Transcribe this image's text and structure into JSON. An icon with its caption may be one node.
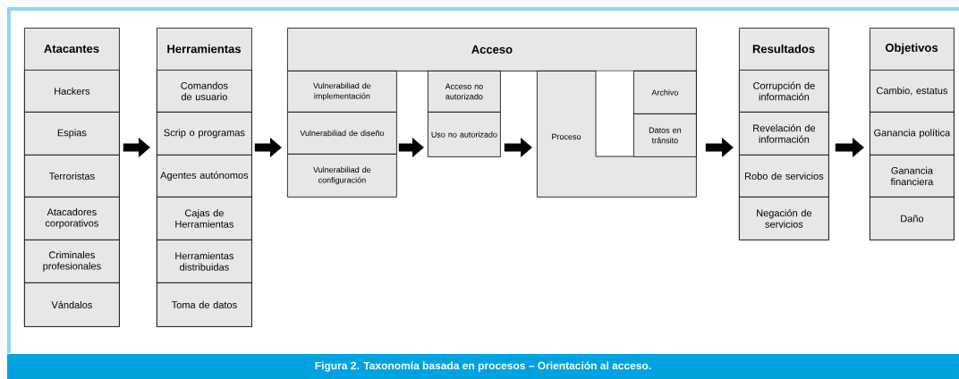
{
  "diagram": {
    "caption": "Figura 2. Taxonomía basada en procesos – Orientación al acceso.",
    "nodes": [
      {
        "text": [
          "Atacantes"
        ]
      },
      {
        "text": [
          "Hackers"
        ],
        "in": 0
      },
      {
        "text": [
          "Espias"
        ],
        "in": 0
      },
      {
        "text": [
          "Terroristas"
        ],
        "in": 0
      },
      {
        "text": [
          "Atacadores corporativos"
        ],
        "in": 0
      },
      {
        "text": [
          "Criminales profesionales"
        ],
        "in": 0
      },
      {
        "text": [
          "Vándalos"
        ],
        "in": 0
      },
      {
        "text": [
          "Herramientas"
        ]
      },
      {
        "text": [
          "Comandos de usuario"
        ],
        "in": 7
      },
      {
        "text": [
          "Scrip o programas"
        ],
        "in": 7
      },
      {
        "text": [
          "Agentes autónomos"
        ],
        "in": 7
      },
      {
        "text": [
          "Cajas de Herramientas"
        ],
        "in": 7
      },
      {
        "text": [
          "Herramientas distribuidas"
        ],
        "in": 7
      },
      {
        "text": [
          "Toma de datos"
        ],
        "in": 7
      },
      {
        "text": [
          "Acceso"
        ]
      },
      {
        "text": [
          "Vulnerabiliad de implementación"
        ]
      },
      {
        "text": [
          "Vulnerabiliad de diseño"
        ]
      },
      {
        "text": [
          "Vulnerabiliad de configuración"
        ]
      },
      {
        "text": [
          "Acceso no autorizado"
        ]
      },
      {
        "text": [
          "Uso no autorizado"
        ]
      },
      {
        "text": [
          "Proceso"
        ]
      },
      {
        "text": [
          "Archivo"
        ],
        "in": 20
      },
      {
        "text": [
          "Datos en tránsito"
        ],
        "in": 20
      },
      {
        "text": [
          "Resultados"
        ]
      },
      {
        "text": [
          "Corrupción de información"
        ],
        "in": 23
      },
      {
        "text": [
          "Revelación de información"
        ],
        "in": 23
      },
      {
        "text": [
          "Robo de servicios"
        ],
        "in": 23
      },
      {
        "text": [
          "Negación de servicios"
        ],
        "in": 23
      },
      {
        "text": [
          "Objetivos"
        ]
      },
      {
        "text": [
          "Cambio, estatus"
        ],
        "in": 28
      },
      {
        "text": [
          "Ganancia política"
        ],
        "in": 28
      },
      {
        "text": [
          "Ganancia financiera"
        ],
        "in": 28
      },
      {
        "text": [
          "Daño"
        ],
        "in": 28
      }
    ],
    "edges": [
      {
        "from": 0,
        "to": 7,
        "arrow": "to"
      },
      {
        "from": 7,
        "to": 16,
        "arrow": "to"
      },
      {
        "from": 16,
        "to": 19,
        "arrow": "to"
      },
      {
        "from": 19,
        "to": 20,
        "arrow": "to"
      },
      {
        "from": 22,
        "to": 23,
        "arrow": "to"
      },
      {
        "from": 23,
        "to": 28,
        "arrow": "to"
      }
    ]
  }
}
